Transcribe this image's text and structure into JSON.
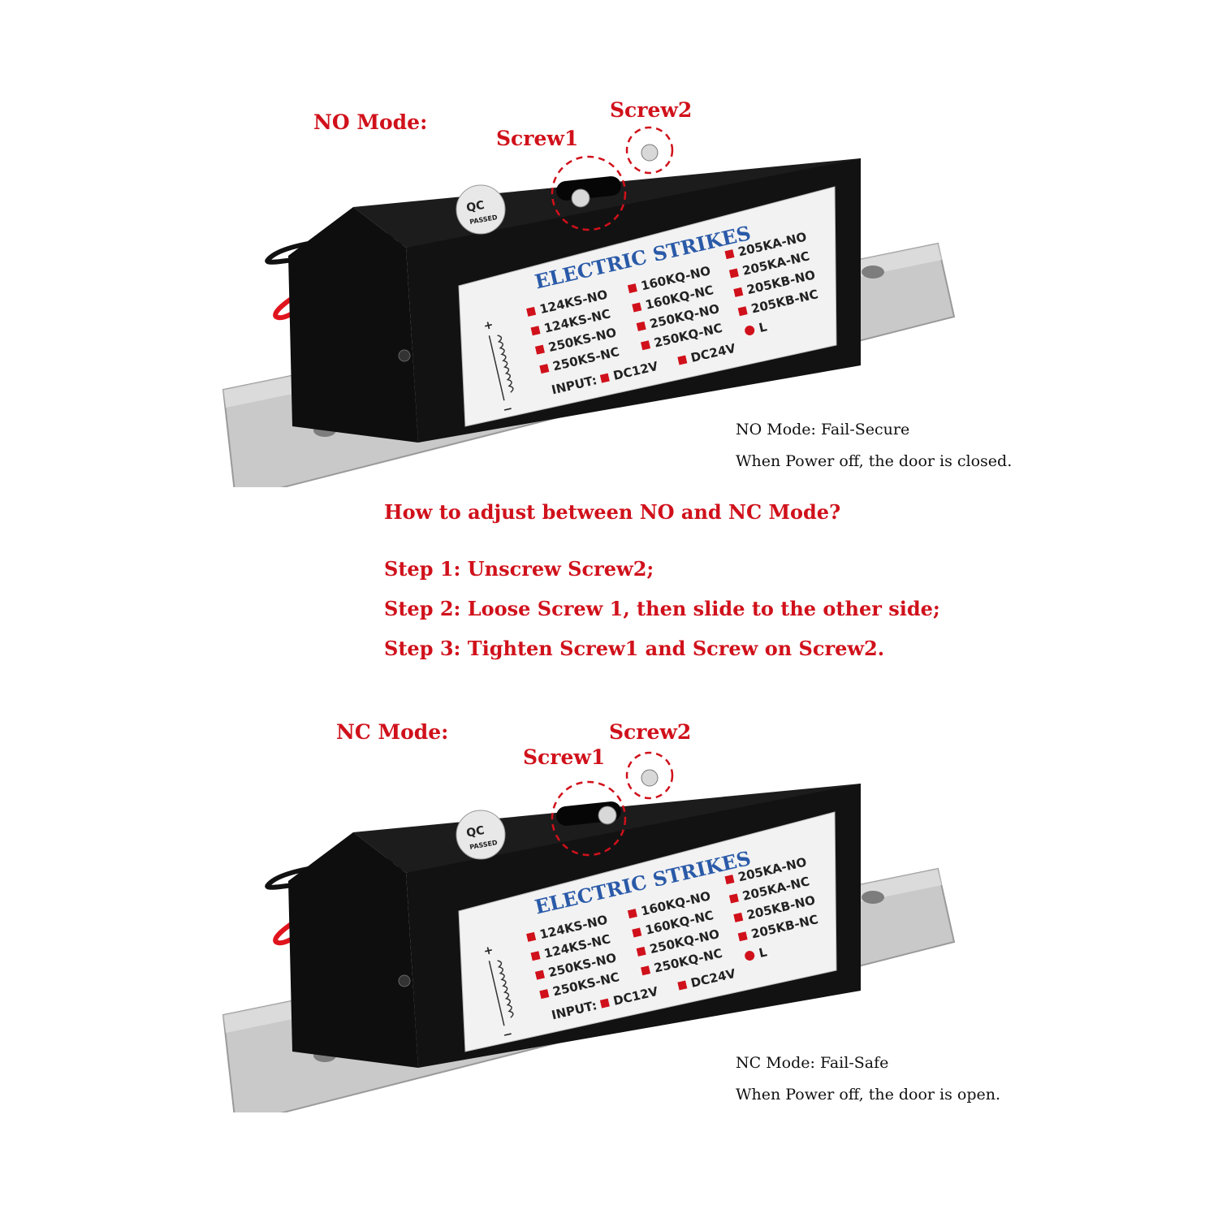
{
  "top": {
    "mode_label": "NO Mode:",
    "screw1_label": "Screw1",
    "screw2_label": "Screw2",
    "note_title": "NO Mode: Fail-Secure",
    "note_body": "When Power off, the door is closed."
  },
  "instructions": {
    "question": "How to adjust between NO and NC Mode?",
    "steps": [
      "Step 1: Unscrew Screw2;",
      "Step 2: Loose Screw 1, then slide to the other side;",
      "Step 3: Tighten Screw1 and Screw on Screw2."
    ]
  },
  "bottom": {
    "mode_label": "NC Mode:",
    "screw1_label": "Screw1",
    "screw2_label": "Screw2",
    "note_title": "NC Mode: Fail-Safe",
    "note_body": "When Power off, the door is open."
  },
  "device_label": {
    "qc_text": "QC",
    "passed_text": "PASSED",
    "brand": "ELECTRIC STRIKES",
    "col1": [
      "124KS-NO",
      "124KS-NC",
      "250KS-NO",
      "250KS-NC"
    ],
    "col2": [
      "160KQ-NO",
      "160KQ-NC",
      "250KQ-NO",
      "250KQ-NC"
    ],
    "col3": [
      "205KA-NO",
      "205KA-NC",
      "205KB-NO",
      "205KB-NC"
    ],
    "l_text": "L",
    "input_label": "INPUT:",
    "dc12": "DC12V",
    "dc24": "DC24V",
    "plus": "+",
    "minus": "−"
  },
  "colors": {
    "accent_red": "#d0111b",
    "box_black": "#121212",
    "plate_silver": "#c9c9c9",
    "label_white": "#f2f2f2",
    "label_blue": "#2a5aa8"
  }
}
